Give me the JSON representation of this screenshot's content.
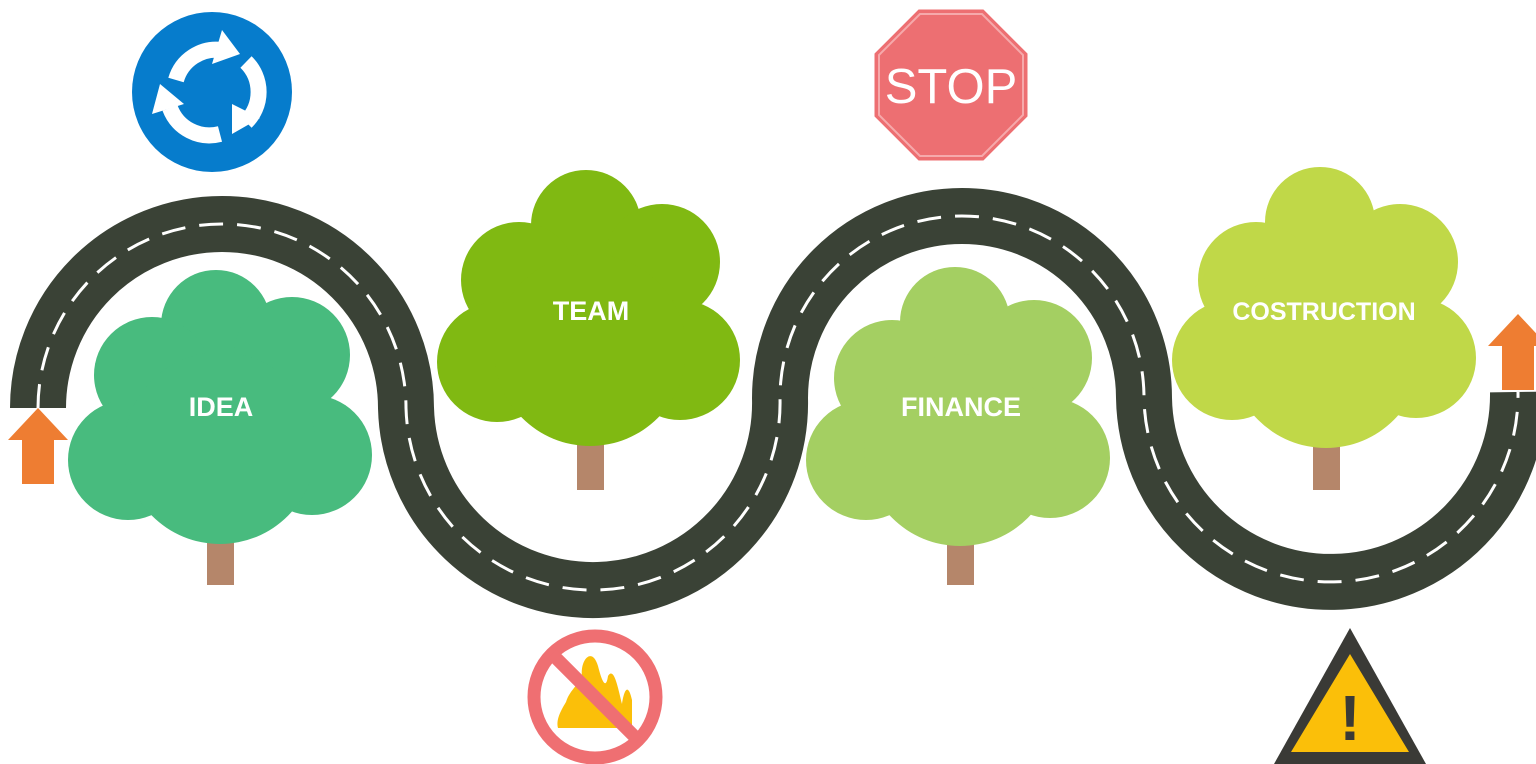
{
  "colors": {
    "road": "#3a4236",
    "road_dash": "#ffffff",
    "arrow": "#ee7d32",
    "trunk": "#b5866a",
    "idea_tree": "#48bb7e",
    "team_tree": "#80b912",
    "finance_tree": "#a4cf62",
    "construction_tree": "#c0d848",
    "roundabout_sign": "#067ccc",
    "stop_sign": "#ed6f72",
    "no_fire_sign": "#ef6f72",
    "flame": "#fbbf09",
    "warning_sign": "#fbbf09",
    "warning_border": "#3a3a36"
  },
  "trees": [
    {
      "key": "idea",
      "label": "IDEA"
    },
    {
      "key": "team",
      "label": "TEAM"
    },
    {
      "key": "finance",
      "label": "FINANCE"
    },
    {
      "key": "construction",
      "label": "COSTRUCTION"
    }
  ],
  "signs": {
    "stop": {
      "text": "STOP",
      "icon": "stop-sign-icon"
    },
    "roundabout": {
      "icon": "roundabout-sign-icon"
    },
    "no_fire": {
      "icon": "no-open-flame-sign-icon"
    },
    "warning": {
      "text": "!",
      "icon": "warning-triangle-icon"
    }
  },
  "markers": {
    "start": {
      "icon": "start-arrow-icon"
    },
    "end": {
      "icon": "end-arrow-icon"
    }
  }
}
